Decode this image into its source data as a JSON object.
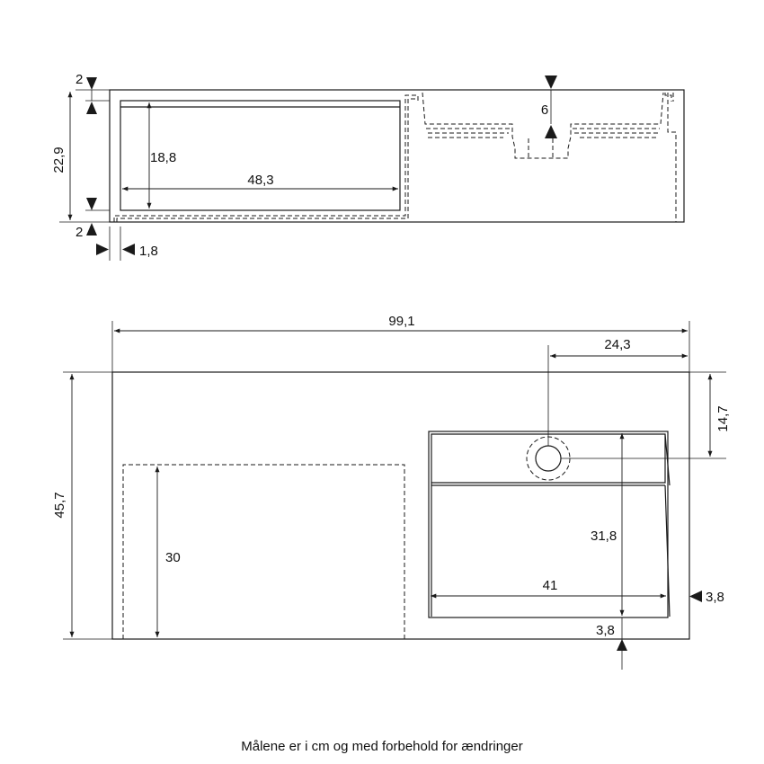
{
  "colors": {
    "line": "#1a1a1a",
    "background": "#ffffff"
  },
  "side_view": {
    "dim_top_lip": "2",
    "dim_total_height": "22,9",
    "dim_bottom_lip": "2",
    "dim_wall": "1,8",
    "dim_shelf_height": "18,8",
    "dim_shelf_width": "48,3",
    "dim_basin_depth": "6"
  },
  "top_view": {
    "dim_total_width": "99,1",
    "dim_drain_offset": "24,3",
    "dim_total_depth": "45,7",
    "dim_drain_from_back": "14,7",
    "dim_shelf_depth": "30",
    "dim_basin_depth": "31,8",
    "dim_basin_width": "41",
    "dim_basin_right_margin": "3,8",
    "dim_basin_front_margin": "3,8"
  },
  "footer": {
    "note": "Målene er i cm og med forbehold for ændringer"
  }
}
